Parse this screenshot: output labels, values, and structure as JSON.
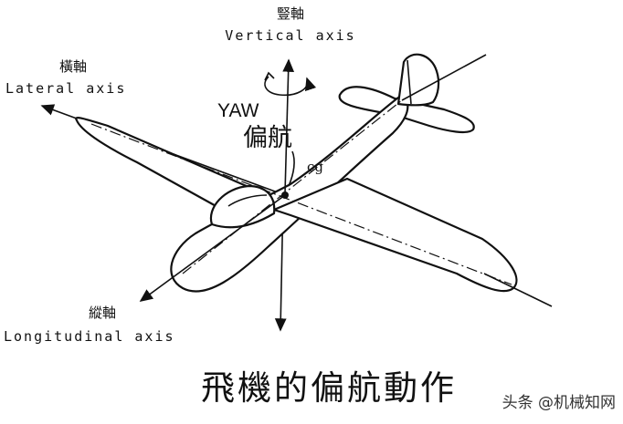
{
  "axes": {
    "vertical": {
      "cn": "豎軸",
      "en": "Vertical axis"
    },
    "lateral": {
      "cn": "橫軸",
      "en": "Lateral axis"
    },
    "longitudinal": {
      "cn": "縱軸",
      "en": "Longitudinal axis"
    }
  },
  "yaw": {
    "en": "YAW",
    "cn": "偏航"
  },
  "cg_label": "cg",
  "caption": "飛機的偏航動作",
  "watermark": "头条 @机械知网"
}
